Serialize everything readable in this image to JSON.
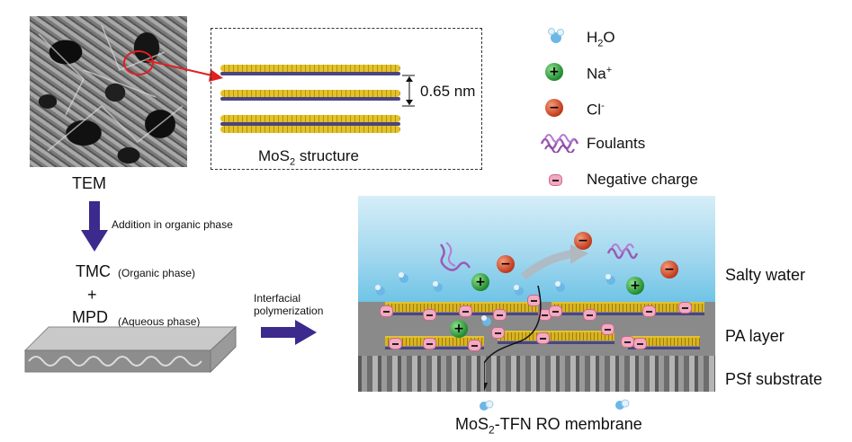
{
  "labels": {
    "tem": "TEM",
    "mos2_structure_prefix": "MoS",
    "mos2_structure_sub": "2",
    "mos2_structure_suffix": " structure",
    "spacing": "0.65 nm",
    "addition": "Addition in organic phase",
    "tmc": "TMC",
    "tmc_phase": "(Organic phase)",
    "plus": "+",
    "mpd": "MPD",
    "mpd_phase": "(Aqueous phase)",
    "interfacial_line1": "Interfacial",
    "interfacial_line2": "polymerization",
    "salty_water": "Salty water",
    "pa_layer": "PA layer",
    "psf_substrate": "PSf substrate",
    "membrane_prefix": "MoS",
    "membrane_sub": "2",
    "membrane_suffix": "-TFN RO membrane"
  },
  "legend": [
    {
      "icon": "water-molecule-icon",
      "label_main": "H",
      "label_sub": "2",
      "label_tail": "O"
    },
    {
      "icon": "sodium-ion-icon",
      "label_main": "Na",
      "label_sup": "+"
    },
    {
      "icon": "chloride-ion-icon",
      "label_main": "Cl",
      "label_sup": "-"
    },
    {
      "icon": "foulant-icon",
      "label_main": "Foulants"
    },
    {
      "icon": "negative-charge-icon",
      "label_main": "Negative charge"
    }
  ],
  "colors": {
    "arrow": "#3c2a8c",
    "water_top": "#bfe6f5",
    "water_bottom": "#6fc4e6",
    "pa_layer": "#8a8a8a",
    "sodium": "#2e9a3a",
    "chloride": "#c8401f",
    "foulant": "#9b5bb7",
    "negative_charge": "#f4a9c0",
    "mos2_sheet": "#d9b420",
    "mos2_underside": "#4a4580"
  }
}
